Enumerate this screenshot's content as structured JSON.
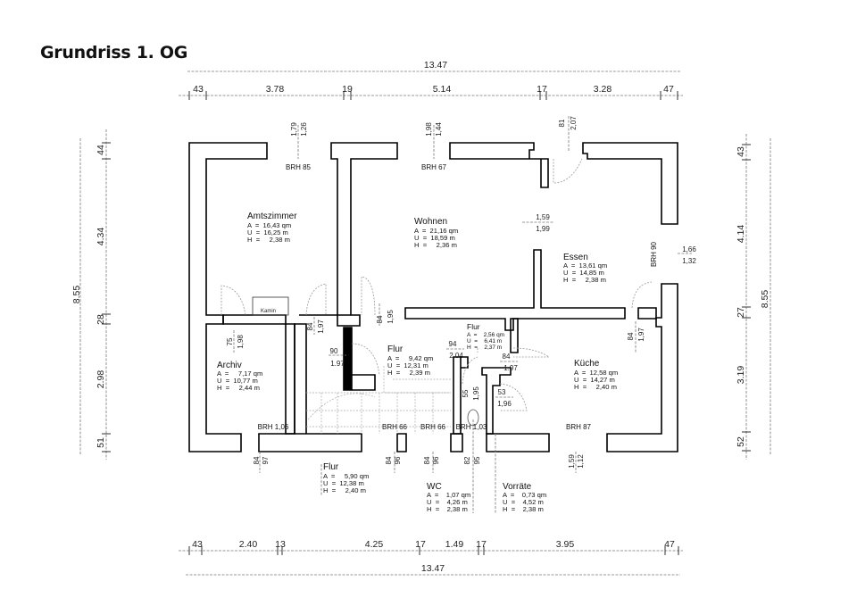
{
  "title": "Grundriss 1. OG",
  "dimensions": {
    "top_total": "13.47",
    "top_segments": [
      "43",
      "3.78",
      "19",
      "5.14",
      "17",
      "3.28",
      "47"
    ],
    "bottom_segments": [
      "43",
      "2.40",
      "13",
      "4.25",
      "17",
      "1.49",
      "17",
      "3.95",
      "47"
    ],
    "bottom_total": "13.47",
    "left_total": "8.55",
    "left_segments": [
      "44",
      "4.34",
      "28",
      "2.98",
      "51"
    ],
    "right_total": "8.55",
    "right_segments": [
      "43",
      "4.14",
      "27",
      "3.19",
      "52"
    ]
  },
  "windows_top": [
    {
      "a": "1,79",
      "b": "1,26"
    },
    {
      "a": "1,98",
      "b": "1,44"
    },
    {
      "a": "81",
      "b": "2,07"
    }
  ],
  "window_right": {
    "a": "1,66",
    "b": "1,32"
  },
  "windows_bottom": [
    {
      "a": "84",
      "b": "97"
    },
    {
      "a": "84",
      "b": "96"
    },
    {
      "a": "84",
      "b": "96"
    },
    {
      "a": "82",
      "b": "95"
    },
    {
      "a": "1,59",
      "b": "1,12"
    }
  ],
  "brh_labels": [
    "BRH 85",
    "BRH 67",
    "BRH 90",
    "BRH 1,06",
    "BRH 66",
    "BRH 66",
    "BRH 1,03",
    "BRH 87"
  ],
  "rooms": [
    {
      "name": "Amtszimmer",
      "a": "A  =  16,43 qm",
      "u": "U  =  16,25 m",
      "h": "H  =     2,38 m"
    },
    {
      "name": "Wohnen",
      "a": "A  =  21,16 qm",
      "u": "U  =  18,59 m",
      "h": "H  =     2,36 m"
    },
    {
      "name": "Essen",
      "a": "A  =  13,61 qm",
      "u": "U  =  14,85 m",
      "h": "H  =     2,38 m"
    },
    {
      "name": "Archiv",
      "a": "A  =     7,17 qm",
      "u": "U  =  10,77 m",
      "h": "H  =     2,44 m"
    },
    {
      "name": "Flur",
      "a": "A  =     9,42 qm",
      "u": "U  =  12,31 m",
      "h": "H  =     2,39 m"
    },
    {
      "name": "Flur",
      "a": "A  =    2,56 qm",
      "u": "U  =    6,41 m",
      "h": "H  =    2,37 m"
    },
    {
      "name": "Küche",
      "a": "A  =  12,58 qm",
      "u": "U  =  14,27 m",
      "h": "H  =     2,40 m"
    },
    {
      "name": "Flur",
      "a": "A  =     5,90 qm",
      "u": "U  =  12,38 m",
      "h": "H  =     2,40 m"
    },
    {
      "name": "WC",
      "a": "A  =    1,07 qm",
      "u": "U  =    4,26 m",
      "h": "H  =    2,38 m"
    },
    {
      "name": "Vorräte",
      "a": "A  =    0,73 qm",
      "u": "U  =    4,52 m",
      "h": "H  =    2,38 m"
    }
  ],
  "kamin_label": "Kamin",
  "openings": [
    {
      "w": "1,59",
      "h": "1,99"
    },
    {
      "w": "75",
      "h": "1,98"
    },
    {
      "w": "84",
      "h": "1,97"
    },
    {
      "w": "84",
      "h": "1,95"
    },
    {
      "w": "90",
      "h": "1.97"
    },
    {
      "w": "94",
      "h": "2.04"
    },
    {
      "w": "84",
      "h": "1.97"
    },
    {
      "w": "84",
      "h": "1,97"
    },
    {
      "w": "55",
      "h": "1,95"
    },
    {
      "w": "53",
      "h": "1,96"
    }
  ]
}
